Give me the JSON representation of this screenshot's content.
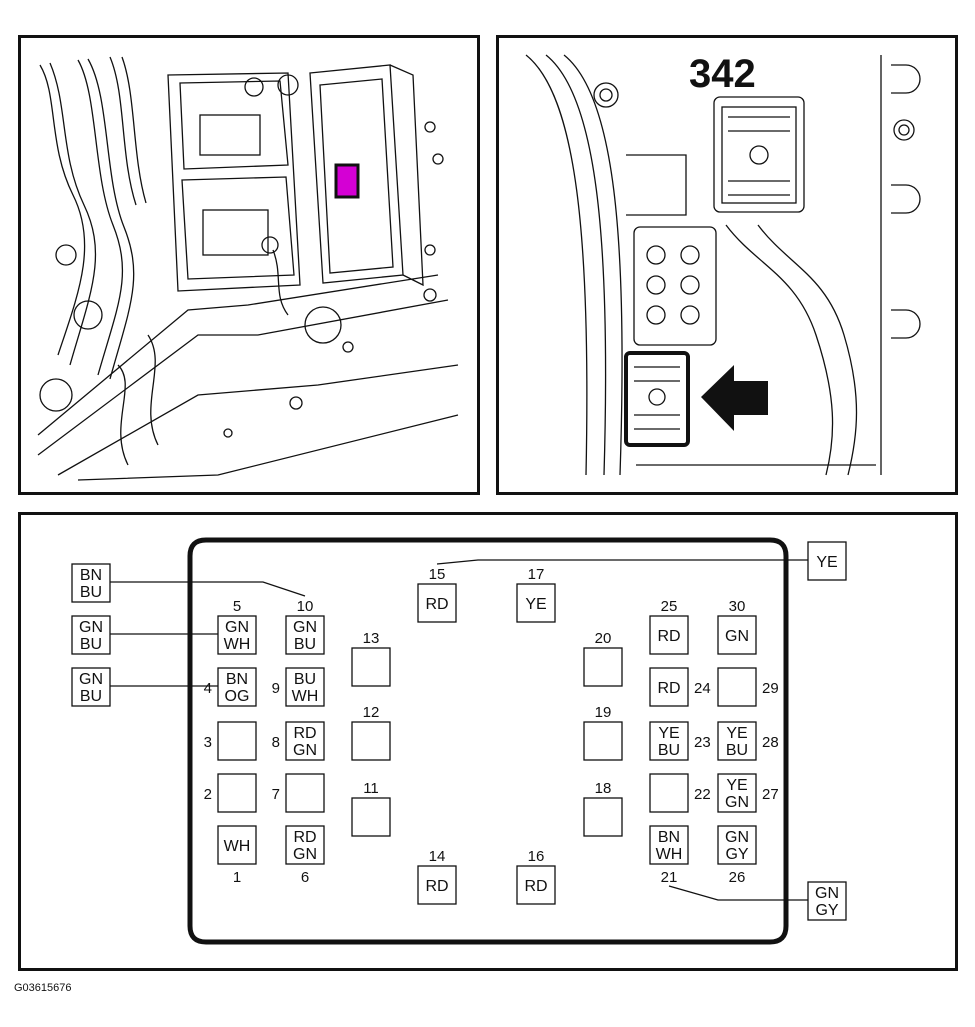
{
  "figure_id": "G03615676",
  "detail_label": "342",
  "highlight_color": "#d400d4",
  "cavities": [
    {
      "num": "1",
      "colors": [
        "WH"
      ]
    },
    {
      "num": "2",
      "colors": []
    },
    {
      "num": "3",
      "colors": []
    },
    {
      "num": "4",
      "colors": [
        "BN",
        "OG"
      ]
    },
    {
      "num": "5",
      "colors": [
        "GN",
        "WH"
      ]
    },
    {
      "num": "6",
      "colors": [
        "RD",
        "GN"
      ]
    },
    {
      "num": "7",
      "colors": []
    },
    {
      "num": "8",
      "colors": [
        "RD",
        "GN"
      ]
    },
    {
      "num": "9",
      "colors": [
        "BU",
        "WH"
      ]
    },
    {
      "num": "10",
      "colors": [
        "GN",
        "BU"
      ]
    },
    {
      "num": "11",
      "colors": []
    },
    {
      "num": "12",
      "colors": []
    },
    {
      "num": "13",
      "colors": []
    },
    {
      "num": "14",
      "colors": [
        "RD"
      ]
    },
    {
      "num": "15",
      "colors": [
        "RD"
      ]
    },
    {
      "num": "16",
      "colors": [
        "RD"
      ]
    },
    {
      "num": "17",
      "colors": [
        "YE"
      ]
    },
    {
      "num": "18",
      "colors": []
    },
    {
      "num": "19",
      "colors": []
    },
    {
      "num": "20",
      "colors": []
    },
    {
      "num": "21",
      "colors": [
        "BN",
        "WH"
      ]
    },
    {
      "num": "22",
      "colors": []
    },
    {
      "num": "23",
      "colors": [
        "YE",
        "BU"
      ]
    },
    {
      "num": "24",
      "colors": [
        "RD"
      ]
    },
    {
      "num": "25",
      "colors": [
        "RD"
      ]
    },
    {
      "num": "26",
      "colors": [
        "GN",
        "GY"
      ]
    },
    {
      "num": "27",
      "colors": [
        "YE",
        "GN"
      ]
    },
    {
      "num": "28",
      "colors": [
        "YE",
        "BU"
      ]
    },
    {
      "num": "29",
      "colors": []
    },
    {
      "num": "30",
      "colors": [
        "GN"
      ]
    }
  ],
  "callouts": [
    {
      "target": "10",
      "colors": [
        "BN",
        "BU"
      ]
    },
    {
      "target": "5",
      "colors": [
        "GN",
        "BU"
      ]
    },
    {
      "target": "4",
      "colors": [
        "GN",
        "BU"
      ]
    },
    {
      "target": "15",
      "colors": [
        "YE"
      ]
    },
    {
      "target": "21",
      "colors": [
        "GN",
        "GY"
      ]
    }
  ]
}
